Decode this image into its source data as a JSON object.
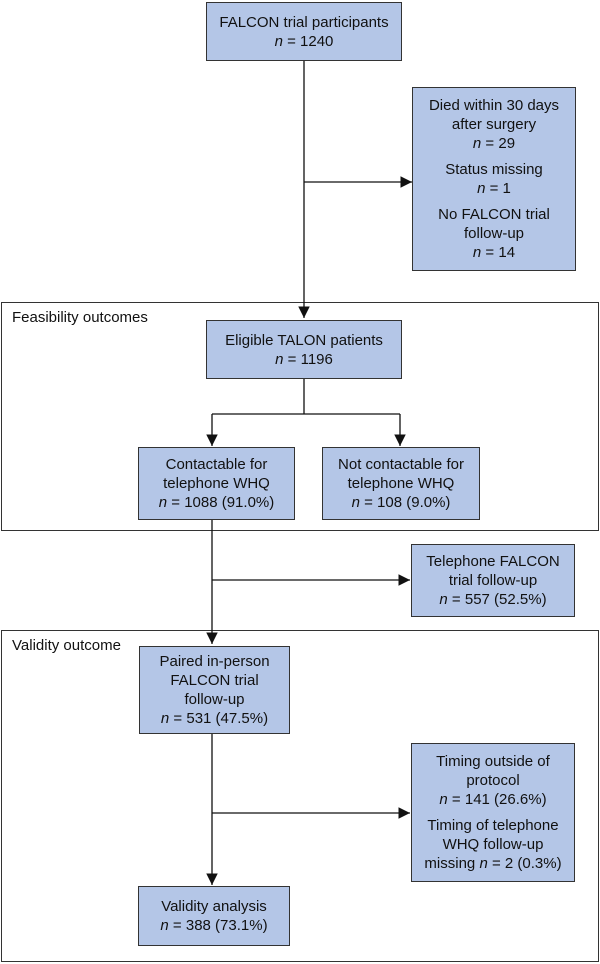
{
  "sections": {
    "feasibility_label": "Feasibility outcomes",
    "validity_label": "Validity outcome"
  },
  "boxes": {
    "participants": {
      "line1": "FALCON trial participants",
      "n": "1240"
    },
    "excluded": {
      "died_l1": "Died within 30 days",
      "died_l2": "after surgery",
      "died_n": "29",
      "missing_l1": "Status missing",
      "missing_n": "1",
      "nofollow_l1": "No FALCON trial",
      "nofollow_l2": "follow-up",
      "nofollow_n": "14"
    },
    "eligible": {
      "line1": "Eligible TALON patients",
      "n": "1196"
    },
    "contactable": {
      "line1": "Contactable for",
      "line2": "telephone WHQ",
      "n": "1088 (91.0%)"
    },
    "not_contactable": {
      "line1": "Not contactable for",
      "line2": "telephone WHQ",
      "n": "108 (9.0%)"
    },
    "telephone_followup": {
      "line1": "Telephone FALCON",
      "line2": "trial follow-up",
      "n": "557 (52.5%)"
    },
    "paired": {
      "line1": "Paired in-person",
      "line2": "FALCON trial",
      "line3": "follow-up",
      "n": "531 (47.5%)"
    },
    "timing": {
      "outside_l1": "Timing outside of",
      "outside_l2": "protocol",
      "outside_n": "141 (26.6%)",
      "missing_l1": "Timing of telephone",
      "missing_l2": "WHQ follow-up",
      "missing_prefix": "missing",
      "missing_n": "2 (0.3%)"
    },
    "validity": {
      "line1": "Validity analysis",
      "n": "388 (73.1%)"
    }
  },
  "n_symbol": "n",
  "n_eq": " = ",
  "colors": {
    "box_fill": "#b4c6e7",
    "border": "#333333"
  }
}
